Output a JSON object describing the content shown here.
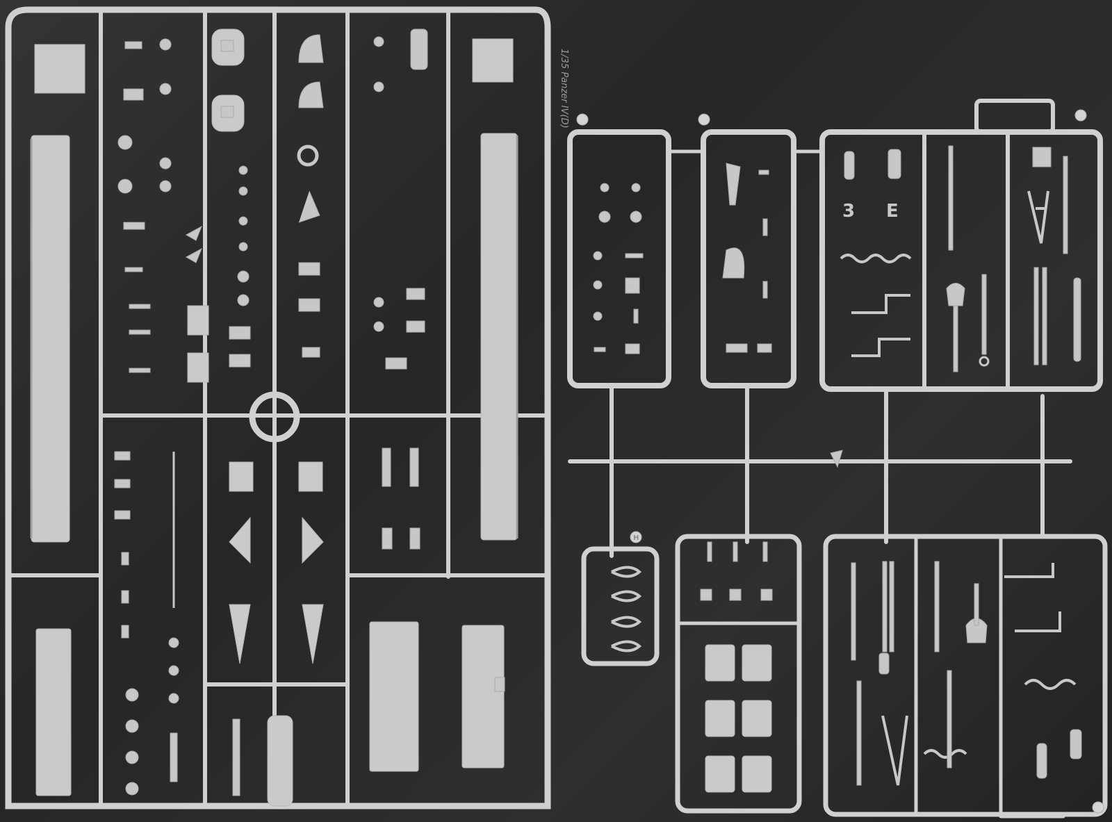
{
  "image": {
    "subject": "plastic model kit sprues",
    "colors": {
      "background": "#2b2b2b",
      "plastic": "#cfd0d1",
      "plastic_shadow": "#a9aaac"
    }
  },
  "sprue_label": {
    "text": "1/35 Panzer IV(D)"
  },
  "sprue_letters": {
    "letter": "H"
  }
}
